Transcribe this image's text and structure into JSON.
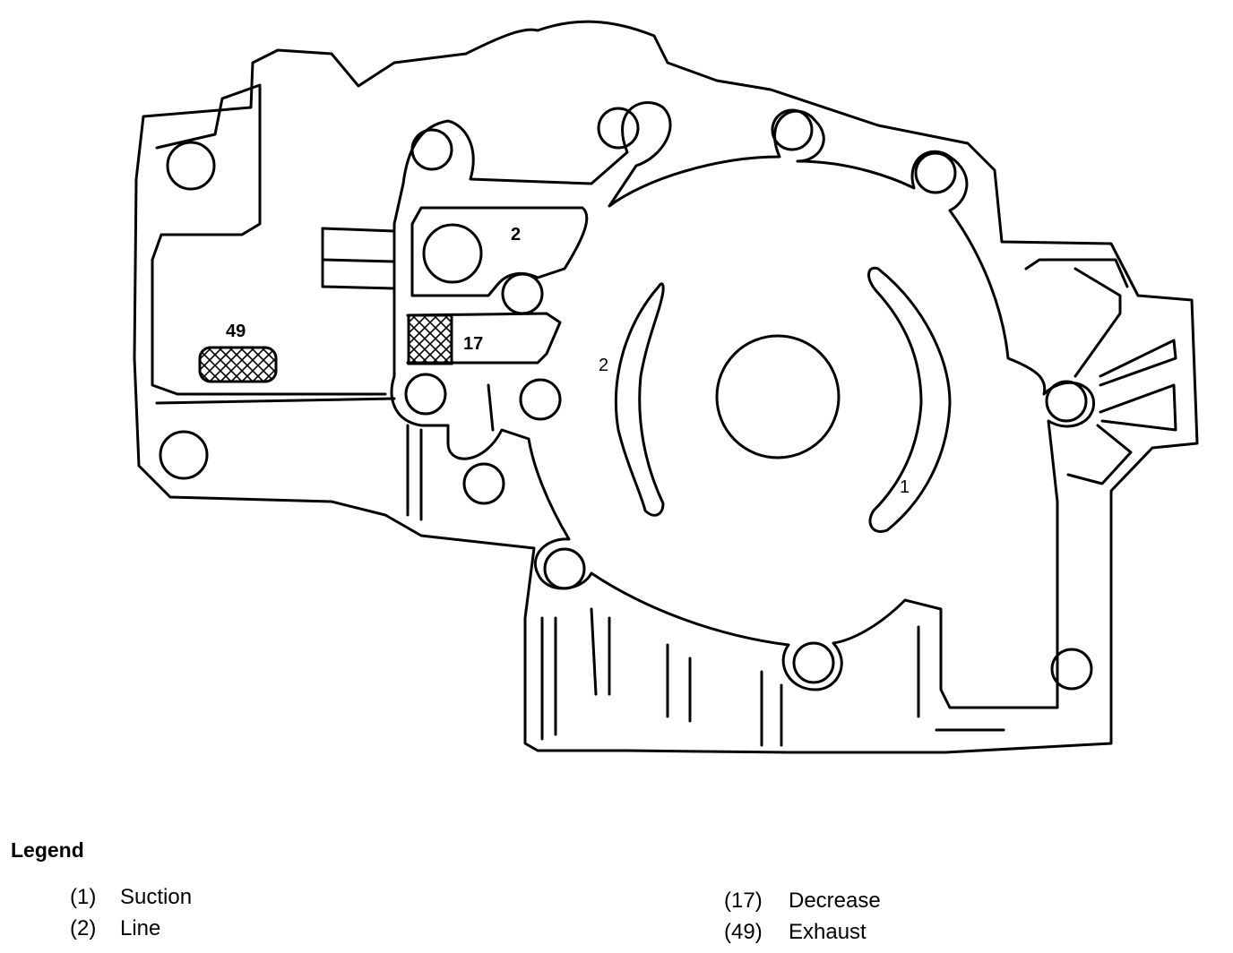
{
  "diagram": {
    "labels": {
      "suction_slot": "1",
      "line_slot": "2",
      "line_port": "2",
      "decrease_port": "17",
      "exhaust_port": "49"
    }
  },
  "legend": {
    "title": "Legend",
    "items": [
      {
        "num": "(1)",
        "label": "Suction"
      },
      {
        "num": "(2)",
        "label": "Line"
      },
      {
        "num": "(17)",
        "label": "Decrease"
      },
      {
        "num": "(49)",
        "label": "Exhaust"
      }
    ]
  }
}
